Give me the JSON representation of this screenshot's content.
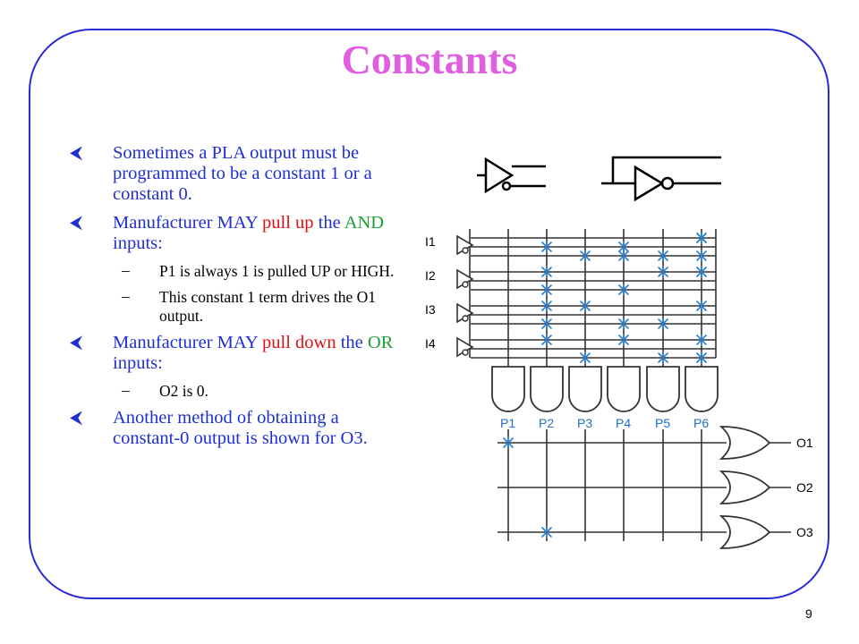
{
  "slide": {
    "title": "Constants",
    "page_number": "9"
  },
  "bullets": [
    {
      "level": 1,
      "parts": [
        {
          "t": "Sometimes a PLA output must be programmed to be a constant 1 or a constant 0.",
          "c": ""
        }
      ]
    },
    {
      "level": 1,
      "parts": [
        {
          "t": "Manufacturer MAY ",
          "c": ""
        },
        {
          "t": "pull up",
          "c": "red"
        },
        {
          "t": " the ",
          "c": ""
        },
        {
          "t": "AND",
          "c": "green"
        },
        {
          "t": " inputs:",
          "c": ""
        }
      ]
    },
    {
      "level": 2,
      "parts": [
        {
          "t": "P1 is always 1 is pulled UP or HIGH.",
          "c": ""
        }
      ]
    },
    {
      "level": 2,
      "parts": [
        {
          "t": "This constant 1 term drives the O1 output.",
          "c": ""
        }
      ]
    },
    {
      "level": 1,
      "parts": [
        {
          "t": "Manufacturer MAY ",
          "c": ""
        },
        {
          "t": "pull down",
          "c": "red"
        },
        {
          "t": " the ",
          "c": ""
        },
        {
          "t": "OR",
          "c": "green"
        },
        {
          "t": " inputs:",
          "c": ""
        }
      ]
    },
    {
      "level": 2,
      "parts": [
        {
          "t": "O2 is 0.",
          "c": ""
        }
      ]
    },
    {
      "level": 1,
      "parts": [
        {
          "t": "Another method of obtaining a constant-0 output is shown for O3.",
          "c": ""
        }
      ]
    }
  ],
  "bullet_marker": "⮜",
  "sub_marker": "–",
  "diagram": {
    "inputs": [
      "I1",
      "I2",
      "I3",
      "I4"
    ],
    "product_terms": [
      "P1",
      "P2",
      "P3",
      "P4",
      "P5",
      "P6"
    ],
    "outputs": [
      "O1",
      "O2",
      "O3"
    ],
    "and_fuses": [
      [
        0,
        2,
        1
      ],
      [
        0,
        4,
        2
      ],
      [
        0,
        6,
        1
      ],
      [
        0,
        10,
        0
      ],
      [
        0,
        10,
        2
      ],
      [
        0,
        6,
        2
      ],
      [
        0,
        8,
        2
      ],
      [
        0,
        10,
        0
      ],
      [
        1,
        2,
        0
      ],
      [
        1,
        2,
        2
      ],
      [
        1,
        6,
        2
      ],
      [
        1,
        8,
        0
      ],
      [
        1,
        10,
        0
      ],
      [
        2,
        2,
        0
      ],
      [
        2,
        2,
        2
      ],
      [
        2,
        4,
        0
      ],
      [
        2,
        6,
        2
      ],
      [
        2,
        8,
        2
      ],
      [
        2,
        10,
        0
      ],
      [
        3,
        2,
        0
      ],
      [
        3,
        4,
        2
      ],
      [
        3,
        6,
        0
      ],
      [
        3,
        8,
        2
      ],
      [
        3,
        10,
        0
      ],
      [
        3,
        10,
        2
      ]
    ],
    "or_fuses": [
      [
        0,
        0
      ],
      [
        2,
        1
      ]
    ],
    "colors": {
      "fuse": "#2a7fd0",
      "wire": "#333333",
      "label_product": "#1f6fc8"
    }
  }
}
